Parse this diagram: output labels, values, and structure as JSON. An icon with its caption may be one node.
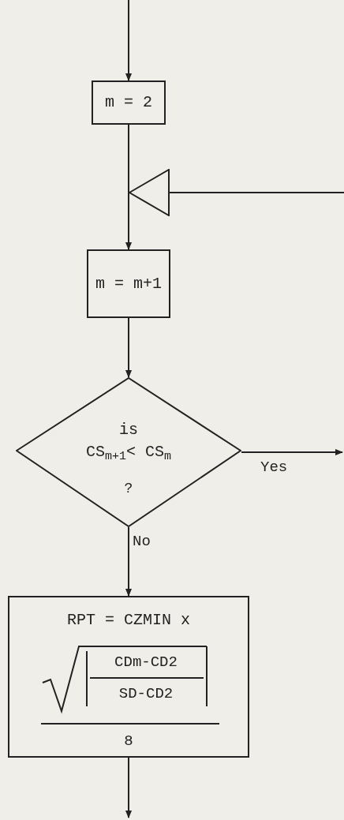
{
  "diagram": {
    "nodes": [
      {
        "text": [
          "m = 2"
        ]
      },
      {
        "text": [],
        "shape": "triangle"
      },
      {
        "text": [
          "m = m+1"
        ]
      },
      {
        "text": [
          "is",
          "CS$_{m+1}$< CS$_{m}$",
          "?"
        ]
      },
      {
        "text": [
          "RPT = CZMIN x",
          "CDm-CD2",
          "SD-CD2",
          "8"
        ]
      }
    ],
    "edges": [
      {
        "from": null,
        "to": 0,
        "arrow": "to"
      },
      {
        "from": 0,
        "to": 1,
        "arrow": "none"
      },
      {
        "from": null,
        "to": 1,
        "arrow": "none"
      },
      {
        "from": 1,
        "to": 2,
        "arrow": "to"
      },
      {
        "from": 2,
        "to": 3,
        "arrow": "to"
      },
      {
        "from": 3,
        "to": null,
        "arrow": "to",
        "label": "Yes"
      },
      {
        "from": 3,
        "to": 4,
        "arrow": "to",
        "label": "No"
      },
      {
        "from": 4,
        "to": null,
        "arrow": "to"
      }
    ]
  }
}
